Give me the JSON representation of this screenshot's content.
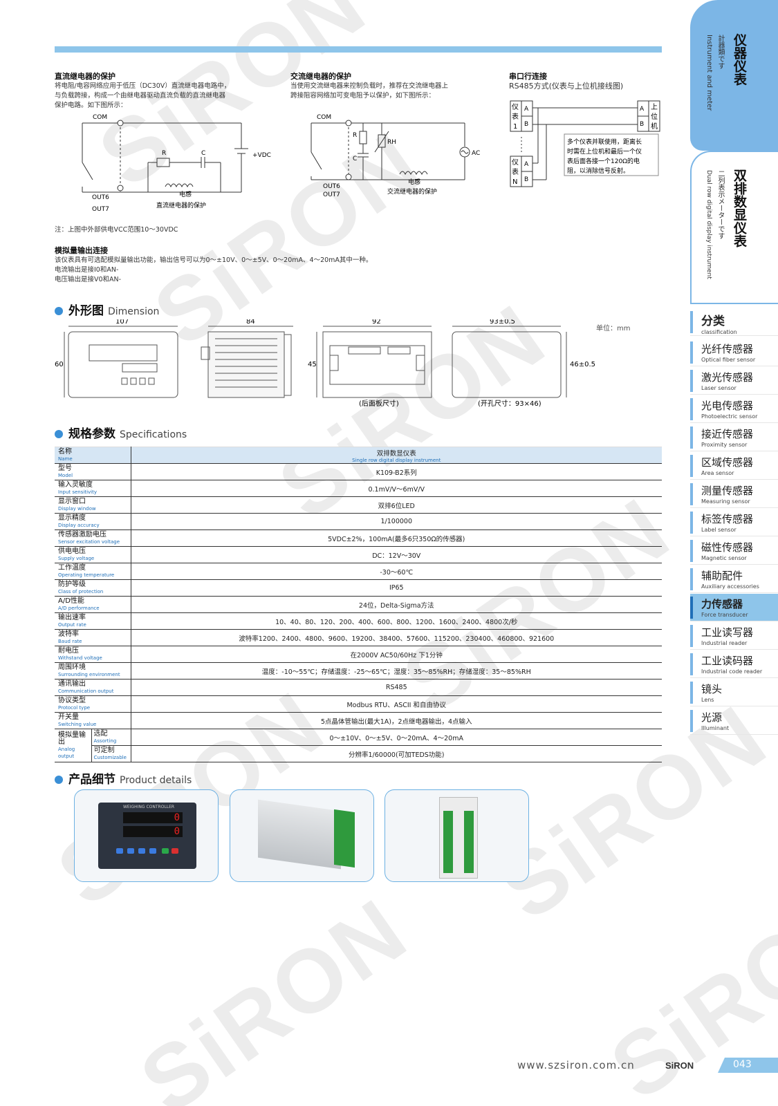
{
  "relay_dc": {
    "title": "直流继电器的保护",
    "body": [
      "将电阻/电容网络应用于低压（DC30V）直流继电器电路中，",
      "与负载跨接，构成一个由继电器驱动直流负载的直流继电器",
      "保护电路。如下图所示："
    ],
    "labels": {
      "com": "COM",
      "r": "R",
      "c": "C",
      "vdc": "+VDC",
      "out6": "OUT6",
      "out7": "OUT7",
      "coil": "电感",
      "caption": "直流继电器的保护"
    }
  },
  "relay_ac": {
    "title": "交流继电器的保护",
    "body": [
      "当使用交流继电器来控制负载时，推荐在交流继电器上",
      "跨接阻容网络加可变电阻予以保护，如下图所示："
    ],
    "labels": {
      "com": "COM",
      "r": "R",
      "c": "C",
      "rh": "RH",
      "ac": "AC",
      "out6": "OUT6",
      "out7": "OUT7",
      "coil": "电感",
      "caption": "交流继电器的保护"
    }
  },
  "serial": {
    "title": "串口行连接",
    "subtitle": "RS485方式(仪表与上位机接线图)",
    "meter1": "仪表1",
    "meterN": "仪表N",
    "host": "上位机",
    "a": "A",
    "b": "B",
    "note": [
      "多个仪表并联使用，距离长",
      "时需在上位机和最后一个仪",
      "表后面各接一个120Ω的电",
      "阻，以消除信号反射。"
    ]
  },
  "note_vcc": "注：上图中外部供电VCC范围10～30VDC",
  "analog": {
    "title": "模拟量输出连接",
    "body": [
      "该仪表具有可选配模拟量输出功能，输出信号可以为0～±10V、0～±5V、0～20mA、4～20mA其中一种。",
      "电流输出是接I0和AN-",
      "电压输出是接V0和AN-"
    ]
  },
  "dimension": {
    "title_cn": "外形图",
    "title_en": "Dimension",
    "w1": "107",
    "h1": "60",
    "w2": "84",
    "h2": "45",
    "w3": "92",
    "w4": "93±0.5",
    "h4": "46±0.5",
    "unit": "单位：mm",
    "cap3": "(后面板尺寸)",
    "cap4": "(开孔尺寸：93×46)"
  },
  "spec": {
    "title_cn": "规格参数",
    "title_en": "Specifications",
    "rows": [
      {
        "cn": "名称",
        "en": "Name",
        "value": "双排数显仪表",
        "value_en": "Single row digital display instrument"
      },
      {
        "cn": "型号",
        "en": "Model",
        "value": "K109-B2系列"
      },
      {
        "cn": "输入灵敏度",
        "en": "Input sensitivity",
        "value": "0.1mV/V～6mV/V"
      },
      {
        "cn": "显示窗口",
        "en": "Display window",
        "value": "双排6位LED"
      },
      {
        "cn": "显示精度",
        "en": "Display accuracy",
        "value": "1/100000"
      },
      {
        "cn": "传感器激励电压",
        "en": "Sensor excitation voltage",
        "value": "5VDC±2%，100mA(最多6只350Ω的传感器)"
      },
      {
        "cn": "供电电压",
        "en": "Supply voltage",
        "value": "DC：12V～30V"
      },
      {
        "cn": "工作温度",
        "en": "Operating temperature",
        "value": "-30～60℃"
      },
      {
        "cn": "防护等级",
        "en": "Class of protection",
        "value": "IP65"
      },
      {
        "cn": "A/D性能",
        "en": "A/D performance",
        "value": "24位，Delta-Sigma方法"
      },
      {
        "cn": "输出速率",
        "en": "Output rate",
        "value": "10、40、80、120、200、400、600、800、1200、1600、2400、4800次/秒"
      },
      {
        "cn": "波特率",
        "en": "Baud rate",
        "value": "波特率1200、2400、4800、9600、19200、38400、57600、115200、230400、460800、921600"
      },
      {
        "cn": "耐电压",
        "en": "Withstand voltage",
        "value": "在2000V AC50/60Hz 下1分钟"
      },
      {
        "cn": "周围环境",
        "en": "Surrounding environment",
        "value": "温度：-10～55℃；存储温度：-25～65℃；湿度：35～85%RH；存储湿度：35～85%RH"
      },
      {
        "cn": "通讯输出",
        "en": "Communication output",
        "value": "RS485"
      },
      {
        "cn": "协议类型",
        "en": "Protocol type",
        "value": "Modbus RTU、ASCII 和自由协议"
      },
      {
        "cn": "开关量",
        "en": "Switching value",
        "value": "5点晶体管输出(最大1A)，2点继电器输出，4点输入"
      }
    ],
    "analog_row": {
      "cn": "模拟量输出",
      "en": "Analog output",
      "sub": [
        {
          "cn": "选配",
          "en": "Assorting",
          "value": "0～±10V、0～±5V、0～20mA、4～20mA"
        },
        {
          "cn": "可定制",
          "en": "Customizable",
          "value": "分辨率1/60000(可加TEDS功能)"
        }
      ]
    }
  },
  "details": {
    "title_cn": "产品细节",
    "title_en": "Product details",
    "panel_caption": "WEIGHING CONTROLLER"
  },
  "side": {
    "tab1": {
      "cn": "仪器仪表",
      "jp": "計器類です",
      "en": "Instrument and meter"
    },
    "tab2": {
      "cn": "双排数显仪表",
      "jp": "二列表示メーターです",
      "en": "Dual row digital display instrument"
    },
    "nav": [
      {
        "cn": "分类",
        "en": "classification"
      },
      {
        "cn": "光纤传感器",
        "en": "Optical fiber sensor"
      },
      {
        "cn": "激光传感器",
        "en": "Laser sensor"
      },
      {
        "cn": "光电传感器",
        "en": "Photoelectric sensor"
      },
      {
        "cn": "接近传感器",
        "en": "Proximity sensor"
      },
      {
        "cn": "区域传感器",
        "en": "Area sensor"
      },
      {
        "cn": "测量传感器",
        "en": "Measuring sensor"
      },
      {
        "cn": "标签传感器",
        "en": "Label sensor"
      },
      {
        "cn": "磁性传感器",
        "en": "Magnetic sensor"
      },
      {
        "cn": "辅助配件",
        "en": "Auxiliary accessories"
      },
      {
        "cn": "力传感器",
        "en": "Force transducer"
      },
      {
        "cn": "工业读写器",
        "en": "Industrial reader"
      },
      {
        "cn": "工业读码器",
        "en": "Industrial code reader"
      },
      {
        "cn": "镜头",
        "en": "Lens"
      },
      {
        "cn": "光源",
        "en": "Illuminant"
      }
    ]
  },
  "footer": {
    "url": "www.szsiron.com.cn",
    "logo": "SiRON",
    "page": "043"
  },
  "colors": {
    "accent": "#8ec5ea",
    "dark_accent": "#1f6fb8"
  }
}
